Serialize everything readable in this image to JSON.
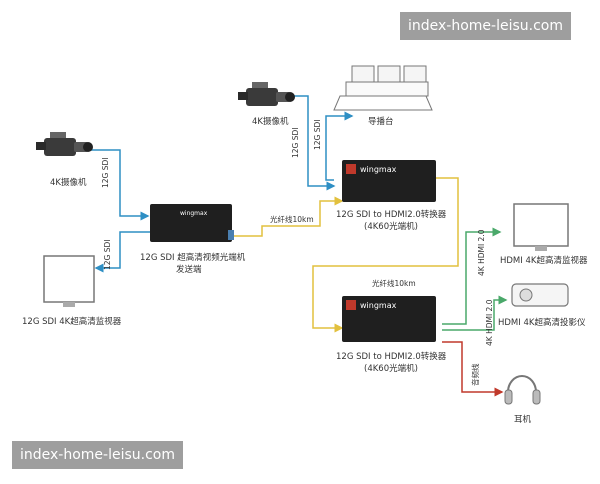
{
  "devices": {
    "cam_left": "4K摄像机",
    "cam_top": "4K摄像机",
    "switcher": "导播台",
    "monitor_left": "12G SDI 4K超高清监视器",
    "transmitter_line1": "12G SDI 超高清视频光端机",
    "transmitter_line2": "发送端",
    "receiver_top_line1": "12G SDI to HDMI2.0转换器",
    "receiver_top_line2": "(4K60光端机)",
    "receiver_bottom_line1": "12G SDI to HDMI2.0转换器",
    "receiver_bottom_line2": "(4K60光端机)",
    "monitor_right": "HDMI 4K超高清监视器",
    "projector": "HDMI 4K超高清投影仪",
    "headphones": "耳机",
    "brand": "wingmax"
  },
  "links": {
    "sdi_cam_left": "12G SDI",
    "sdi_monitor": "12G SDI",
    "sdi_cam_top": "12G SDI",
    "sdi_switcher": "12G SDI",
    "fiber_1": "光纤线10km",
    "fiber_2": "光纤线10km",
    "hdmi_1": "4K HDMI 2.0",
    "hdmi_2": "4K HDMI 2.0",
    "audio": "音频线"
  },
  "colors": {
    "sdi": "#2e8fc4",
    "fiber": "#e2c03e",
    "hdmi": "#4aa86a",
    "audio": "#c0392b",
    "device_body": "#1f1f1f"
  },
  "watermark": "index-home-leisu.com"
}
